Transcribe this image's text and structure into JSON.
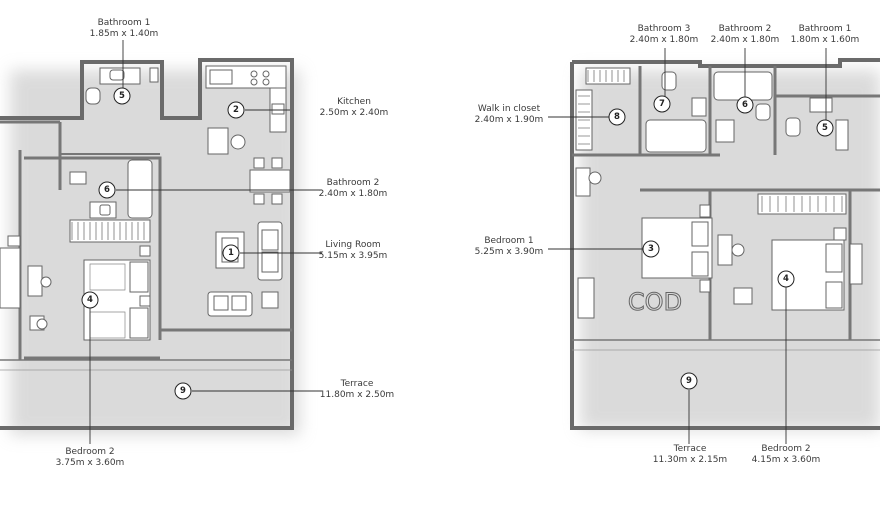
{
  "plan_a": {
    "rooms": [
      {
        "num": "1",
        "name": "Living Room",
        "size": "5.15m x 3.95m"
      },
      {
        "num": "2",
        "name": "Kitchen",
        "size": "2.50m x 2.40m"
      },
      {
        "num": "4",
        "name": "Bedroom 2",
        "size": "3.75m x 3.60m"
      },
      {
        "num": "5",
        "name": "Bathroom 1",
        "size": "1.85m x 1.40m"
      },
      {
        "num": "6",
        "name": "Bathroom 2",
        "size": "2.40m x 1.80m"
      },
      {
        "num": "9",
        "name": "Terrace",
        "size": "11.80m x 2.50m"
      }
    ]
  },
  "plan_b": {
    "rooms": [
      {
        "num": "3",
        "name": "Bedroom 1",
        "size": "5.25m x 3.90m"
      },
      {
        "num": "4",
        "name": "Bedroom 2",
        "size": "4.15m x 3.60m"
      },
      {
        "num": "5",
        "name": "Bathroom 1",
        "size": "1.80m x 1.60m"
      },
      {
        "num": "6",
        "name": "Bathroom 2",
        "size": "2.40m x 1.80m"
      },
      {
        "num": "7",
        "name": "Bathroom 3",
        "size": "2.40m x 1.80m"
      },
      {
        "num": "8",
        "name": "Walk in closet",
        "size": "2.40m x 1.90m"
      },
      {
        "num": "9",
        "name": "Terrace",
        "size": "11.30m x 2.15m"
      }
    ]
  }
}
